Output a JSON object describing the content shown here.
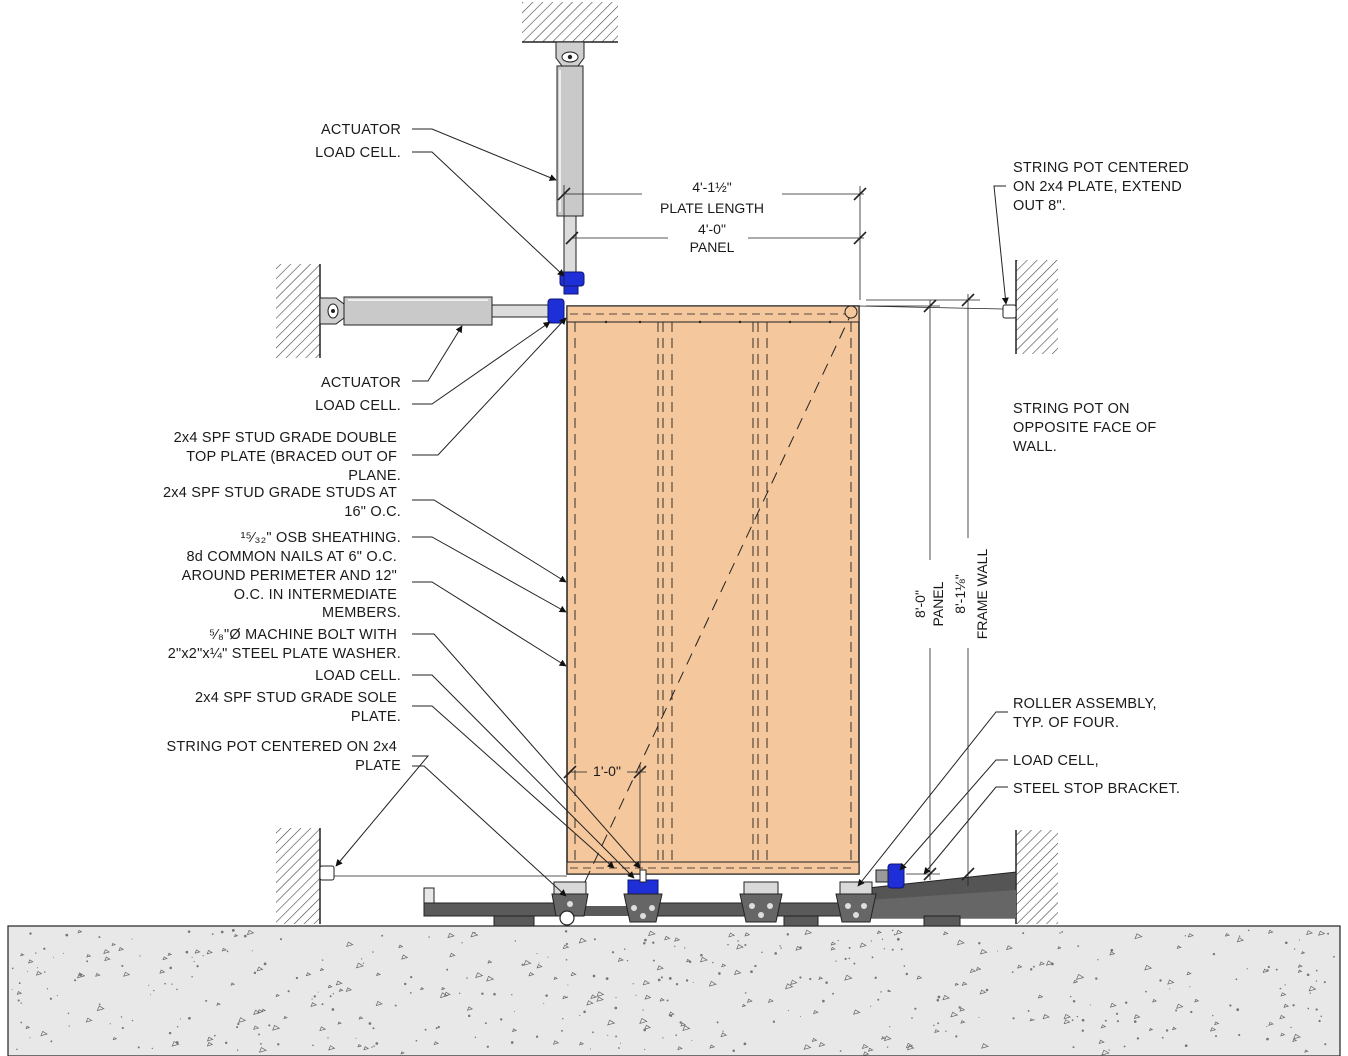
{
  "colors": {
    "panel": "#f4c79c",
    "load_cell": "#1f2fd8",
    "actuator": "#c9c9c9",
    "steel": "#555555",
    "ground": "#e6e6e6"
  },
  "labels": {
    "actuator_top": "ACTUATOR",
    "load_cell_top": "LOAD CELL.",
    "actuator_side": "ACTUATOR",
    "load_cell_side": "LOAD CELL.",
    "top_plate_1": "2x4 SPF STUD GRADE DOUBLE",
    "top_plate_2": "TOP PLATE (BRACED OUT OF",
    "top_plate_3": "PLANE.",
    "studs_1": "2x4 SPF STUD GRADE STUDS AT",
    "studs_2": "16\" O.C.",
    "osb_1": "¹⁵⁄₃₂\" OSB SHEATHING.",
    "osb_2": "8d COMMON NAILS AT 6\" O.C.",
    "osb_3": "AROUND PERIMETER AND 12\"",
    "osb_4": "O.C. IN INTERMEDIATE",
    "osb_5": "MEMBERS.",
    "bolt_1": "⁵⁄₈\"Ø MACHINE BOLT WITH",
    "bolt_2": "2\"x2\"x¼\" STEEL PLATE WASHER.",
    "load_cell_bottom": "LOAD CELL.",
    "sole_1": "2x4 SPF STUD GRADE SOLE",
    "sole_2": "PLATE.",
    "string_pot_left_1": "STRING POT CENTERED ON 2x4",
    "string_pot_left_2": "PLATE",
    "string_pot_right_1": "STRING POT CENTERED",
    "string_pot_right_2": "ON 2x4 PLATE,  EXTEND",
    "string_pot_right_3": "OUT 8\".",
    "string_pot_opp_1": "STRING POT ON",
    "string_pot_opp_2": "OPPOSITE FACE OF",
    "string_pot_opp_3": "WALL.",
    "roller_1": "ROLLER ASSEMBLY,",
    "roller_2": "TYP. OF FOUR.",
    "load_cell_right": "LOAD CELL,",
    "stop_bracket": "STEEL STOP BRACKET."
  },
  "dimensions": {
    "plate_length_value": "4'-1½\"",
    "plate_length_label": "PLATE LENGTH",
    "panel_width_value": "4'-0\"",
    "panel_width_label": "PANEL",
    "panel_height_value": "8'-0\"",
    "panel_height_label": "PANEL",
    "wall_height_value": "8'-1⅛\"",
    "wall_height_label": "FRAME WALL",
    "bolt_offset": "1'-0\""
  }
}
